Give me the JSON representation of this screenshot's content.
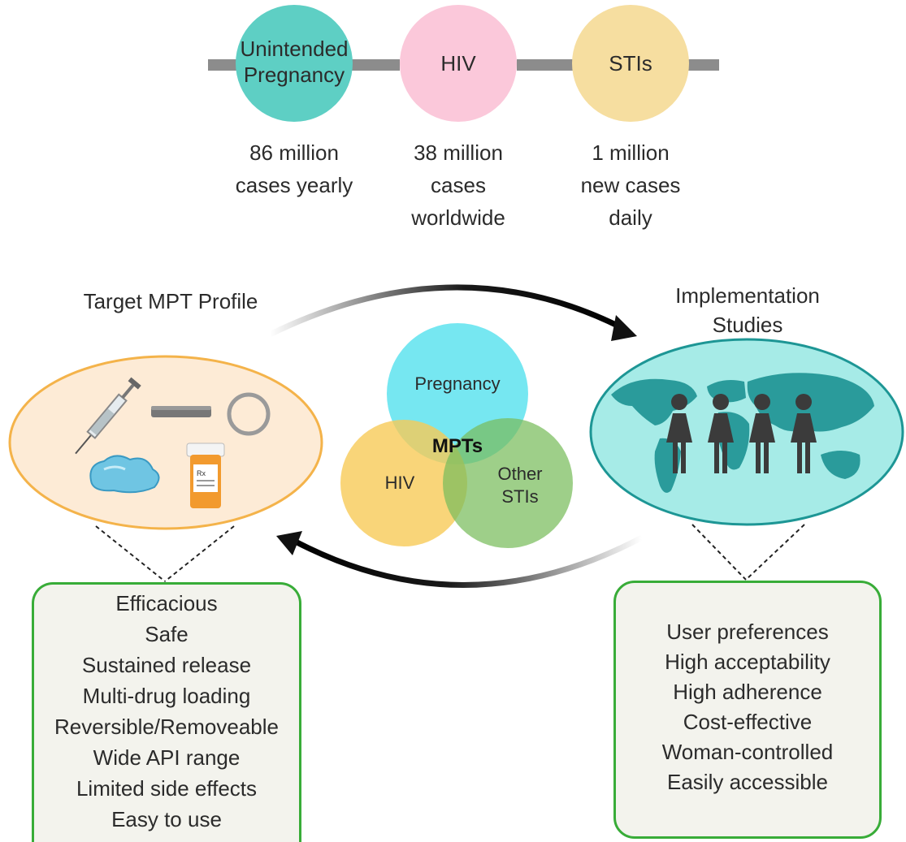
{
  "top_timeline": [
    {
      "label_line1": "Unintended",
      "label_line2": "Pregnancy",
      "stat_lines": [
        "86 million",
        "cases yearly"
      ],
      "color": "#5ecfc4"
    },
    {
      "label_line1": "HIV",
      "label_line2": "",
      "stat_lines": [
        "38 million",
        "cases",
        "worldwide"
      ],
      "color": "#fbc8da"
    },
    {
      "label_line1": "STIs",
      "label_line2": "",
      "stat_lines": [
        "1 million",
        "new cases",
        "daily"
      ],
      "color": "#f6dea0"
    }
  ],
  "left_heading": "Target MPT Profile",
  "right_heading_lines": [
    "Implementation",
    "Studies"
  ],
  "venn": {
    "center_label": "MPTs",
    "pregnancy_label": "Pregnancy",
    "hiv_label": "HIV",
    "other_label_lines": [
      "Other",
      "STIs"
    ],
    "colors": {
      "pregnancy": "#5ee3ef",
      "hiv": "#f7ca58",
      "other": "#78bd5c"
    }
  },
  "left_icons": [
    "syringe-icon",
    "implant-rod-icon",
    "vaginal-ring-icon",
    "gel-icon",
    "pill-bottle-icon"
  ],
  "right_icons": [
    "world-map-icon",
    "woman-figure-icon"
  ],
  "left_box_items": [
    "Efficacious",
    "Safe",
    "Sustained release",
    "Multi-drug loading",
    "Reversible/Removeable",
    "Wide API range",
    "Limited side effects",
    "Easy to use"
  ],
  "right_box_items": [
    "User preferences",
    "High acceptability",
    "High adherence",
    "Cost-effective",
    "Woman-controlled",
    "Easily accessible"
  ],
  "colors": {
    "left_ellipse": "#fdebd6",
    "left_ellipse_border": "#f4b34a",
    "right_ellipse": "#a6ebe7",
    "right_ellipse_border": "#1d9695",
    "map": "#2a9b9b",
    "box_border": "#38ac38",
    "box_fill": "#f3f3ed"
  }
}
